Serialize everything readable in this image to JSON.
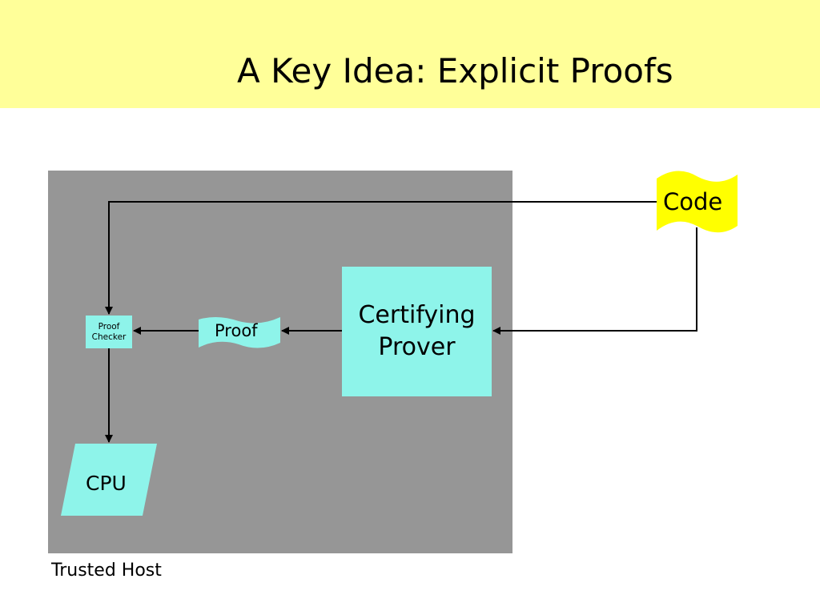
{
  "slide": {
    "title": "A Key Idea: Explicit Proofs"
  },
  "diagram": {
    "trusted_host_label": "Trusted Host",
    "nodes": {
      "proof_checker": [
        "Proof",
        "Checker"
      ],
      "proof": "Proof",
      "certifying_prover": [
        "Certifying",
        "Prover"
      ],
      "code": "Code",
      "cpu": "CPU"
    }
  },
  "colors": {
    "title_band": "#ffff99",
    "host_area": "#969696",
    "component_fill": "#8ef4ea",
    "code_fill": "#ffff00",
    "wire": "#000000"
  }
}
